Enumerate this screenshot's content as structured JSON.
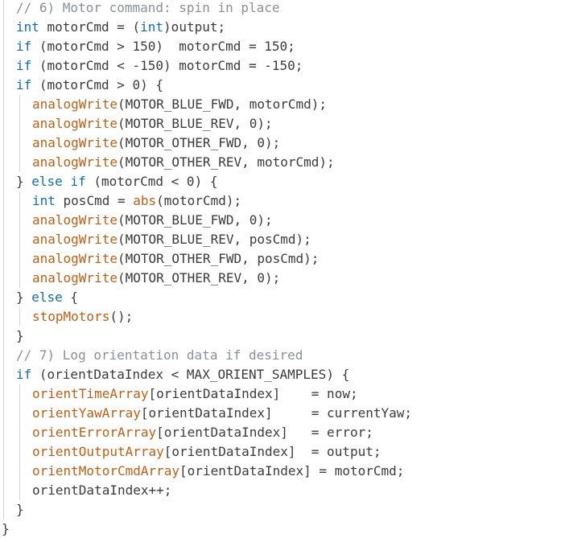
{
  "editor": {
    "language": "Arduino C++",
    "colors": {
      "background": "#ffffff",
      "text": "#3b3b3b",
      "comment": "#8a8f99",
      "keyword": "#0e6fb0",
      "function": "#c25e12",
      "indent_guide": "#d6d6d6"
    },
    "lines": [
      {
        "indent": 0,
        "tokens": [
          {
            "t": "// 6) Motor command: spin in place",
            "c": "comment"
          }
        ]
      },
      {
        "indent": 0,
        "tokens": [
          {
            "t": "int",
            "c": "type"
          },
          {
            "t": " motorCmd = (",
            "c": "ident"
          },
          {
            "t": "int",
            "c": "type"
          },
          {
            "t": ")output;",
            "c": "ident"
          }
        ]
      },
      {
        "indent": 0,
        "tokens": [
          {
            "t": "if",
            "c": "keyword"
          },
          {
            "t": " (motorCmd > 150)  motorCmd = 150;",
            "c": "ident"
          }
        ]
      },
      {
        "indent": 0,
        "tokens": [
          {
            "t": "if",
            "c": "keyword"
          },
          {
            "t": " (motorCmd < -150) motorCmd = -150;",
            "c": "ident"
          }
        ]
      },
      {
        "indent": 0,
        "tokens": [
          {
            "t": "if",
            "c": "keyword"
          },
          {
            "t": " (motorCmd > 0) {",
            "c": "ident"
          }
        ]
      },
      {
        "indent": 1,
        "tokens": [
          {
            "t": "analogWrite",
            "c": "fn"
          },
          {
            "t": "(MOTOR_BLUE_FWD, motorCmd);",
            "c": "ident"
          }
        ]
      },
      {
        "indent": 1,
        "tokens": [
          {
            "t": "analogWrite",
            "c": "fn"
          },
          {
            "t": "(MOTOR_BLUE_REV, 0);",
            "c": "ident"
          }
        ]
      },
      {
        "indent": 1,
        "tokens": [
          {
            "t": "analogWrite",
            "c": "fn"
          },
          {
            "t": "(MOTOR_OTHER_FWD, 0);",
            "c": "ident"
          }
        ]
      },
      {
        "indent": 1,
        "tokens": [
          {
            "t": "analogWrite",
            "c": "fn"
          },
          {
            "t": "(MOTOR_OTHER_REV, motorCmd);",
            "c": "ident"
          }
        ]
      },
      {
        "indent": 0,
        "tokens": [
          {
            "t": "} ",
            "c": "ident"
          },
          {
            "t": "else",
            "c": "keyword"
          },
          {
            "t": " ",
            "c": "ident"
          },
          {
            "t": "if",
            "c": "keyword"
          },
          {
            "t": " (motorCmd < 0) {",
            "c": "ident"
          }
        ]
      },
      {
        "indent": 1,
        "tokens": [
          {
            "t": "int",
            "c": "type"
          },
          {
            "t": " posCmd = ",
            "c": "ident"
          },
          {
            "t": "abs",
            "c": "fn"
          },
          {
            "t": "(motorCmd);",
            "c": "ident"
          }
        ]
      },
      {
        "indent": 1,
        "tokens": [
          {
            "t": "analogWrite",
            "c": "fn"
          },
          {
            "t": "(MOTOR_BLUE_FWD, 0);",
            "c": "ident"
          }
        ]
      },
      {
        "indent": 1,
        "tokens": [
          {
            "t": "analogWrite",
            "c": "fn"
          },
          {
            "t": "(MOTOR_BLUE_REV, posCmd);",
            "c": "ident"
          }
        ]
      },
      {
        "indent": 1,
        "tokens": [
          {
            "t": "analogWrite",
            "c": "fn"
          },
          {
            "t": "(MOTOR_OTHER_FWD, posCmd);",
            "c": "ident"
          }
        ]
      },
      {
        "indent": 1,
        "tokens": [
          {
            "t": "analogWrite",
            "c": "fn"
          },
          {
            "t": "(MOTOR_OTHER_REV, 0);",
            "c": "ident"
          }
        ]
      },
      {
        "indent": 0,
        "tokens": [
          {
            "t": "} ",
            "c": "ident"
          },
          {
            "t": "else",
            "c": "keyword"
          },
          {
            "t": " {",
            "c": "ident"
          }
        ]
      },
      {
        "indent": 1,
        "tokens": [
          {
            "t": "stopMotors",
            "c": "fn"
          },
          {
            "t": "();",
            "c": "ident"
          }
        ]
      },
      {
        "indent": 0,
        "tokens": [
          {
            "t": "}",
            "c": "ident"
          }
        ]
      },
      {
        "indent": 0,
        "tokens": [
          {
            "t": "// 7) Log orientation data if desired",
            "c": "comment"
          }
        ]
      },
      {
        "indent": 0,
        "tokens": [
          {
            "t": "if",
            "c": "keyword"
          },
          {
            "t": " (orientDataIndex < MAX_ORIENT_SAMPLES) {",
            "c": "ident"
          }
        ]
      },
      {
        "indent": 1,
        "tokens": [
          {
            "t": "orientTimeArray",
            "c": "fn"
          },
          {
            "t": "[orientDataIndex]    = now;",
            "c": "ident"
          }
        ]
      },
      {
        "indent": 1,
        "tokens": [
          {
            "t": "orientYawArray",
            "c": "fn"
          },
          {
            "t": "[orientDataIndex]     = currentYaw;",
            "c": "ident"
          }
        ]
      },
      {
        "indent": 1,
        "tokens": [
          {
            "t": "orientErrorArray",
            "c": "fn"
          },
          {
            "t": "[orientDataIndex]   = error;",
            "c": "ident"
          }
        ]
      },
      {
        "indent": 1,
        "tokens": [
          {
            "t": "orientOutputArray",
            "c": "fn"
          },
          {
            "t": "[orientDataIndex]  = output;",
            "c": "ident"
          }
        ]
      },
      {
        "indent": 1,
        "tokens": [
          {
            "t": "orientMotorCmdArray",
            "c": "fn"
          },
          {
            "t": "[orientDataIndex] = motorCmd;",
            "c": "ident"
          }
        ]
      },
      {
        "indent": 1,
        "tokens": [
          {
            "t": "orientDataIndex++;",
            "c": "ident"
          }
        ]
      },
      {
        "indent": 0,
        "tokens": [
          {
            "t": "}",
            "c": "ident"
          }
        ]
      },
      {
        "indent": -1,
        "tokens": [
          {
            "t": "}",
            "c": "ident"
          }
        ]
      }
    ]
  }
}
